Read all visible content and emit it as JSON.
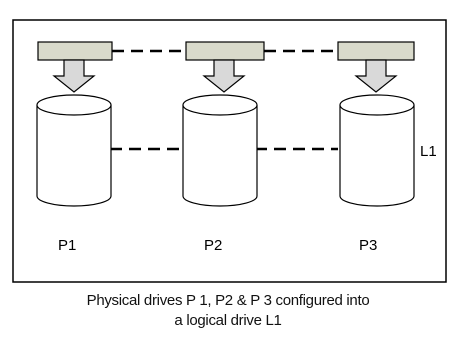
{
  "diagram": {
    "drives": [
      {
        "label": "P1"
      },
      {
        "label": "P2"
      },
      {
        "label": "P3"
      }
    ],
    "logical_label": "L1",
    "caption_line1": "Physical drives P 1, P2 & P 3 configured into",
    "caption_line2": "a logical drive L1"
  },
  "colors": {
    "head_fill": "#d9dacb",
    "arrow_fill": "#d9d9d9",
    "stroke": "#000000",
    "cylinder_fill": "#ffffff"
  }
}
